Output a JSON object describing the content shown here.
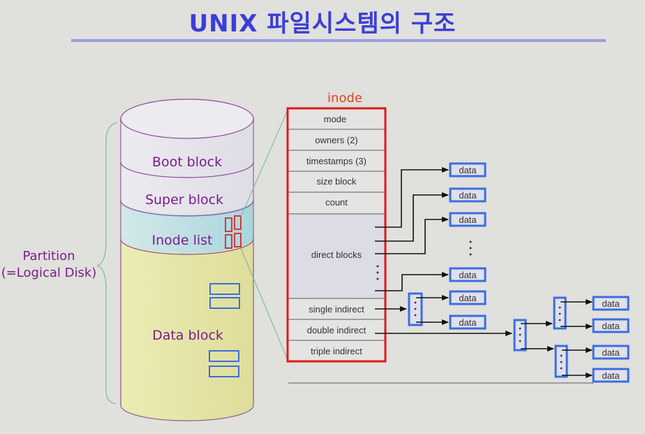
{
  "title": "UNIX 파일시스템의 구조",
  "partition": {
    "label_line1": "Partition",
    "label_line2": "(=Logical Disk)",
    "sections": [
      {
        "name": "boot-block",
        "label": "Boot block"
      },
      {
        "name": "super-block",
        "label": "Super block"
      },
      {
        "name": "inode-list",
        "label": "Inode list"
      },
      {
        "name": "data-block",
        "label": "Data block"
      }
    ]
  },
  "inode": {
    "title": "inode",
    "fields": [
      "mode",
      "owners (2)",
      "timestamps (3)",
      "size block",
      "count",
      "direct blocks",
      "single indirect",
      "double indirect",
      "triple indirect"
    ]
  },
  "data_label": "data",
  "colors": {
    "title": "#3a3ed8",
    "inode_border": "#e01818",
    "data_box": "#3a6ee0",
    "section_label": "#7a1d8a",
    "inode_list_fill": "#bfe0e4",
    "data_block_fill": "#e6e6a6"
  }
}
